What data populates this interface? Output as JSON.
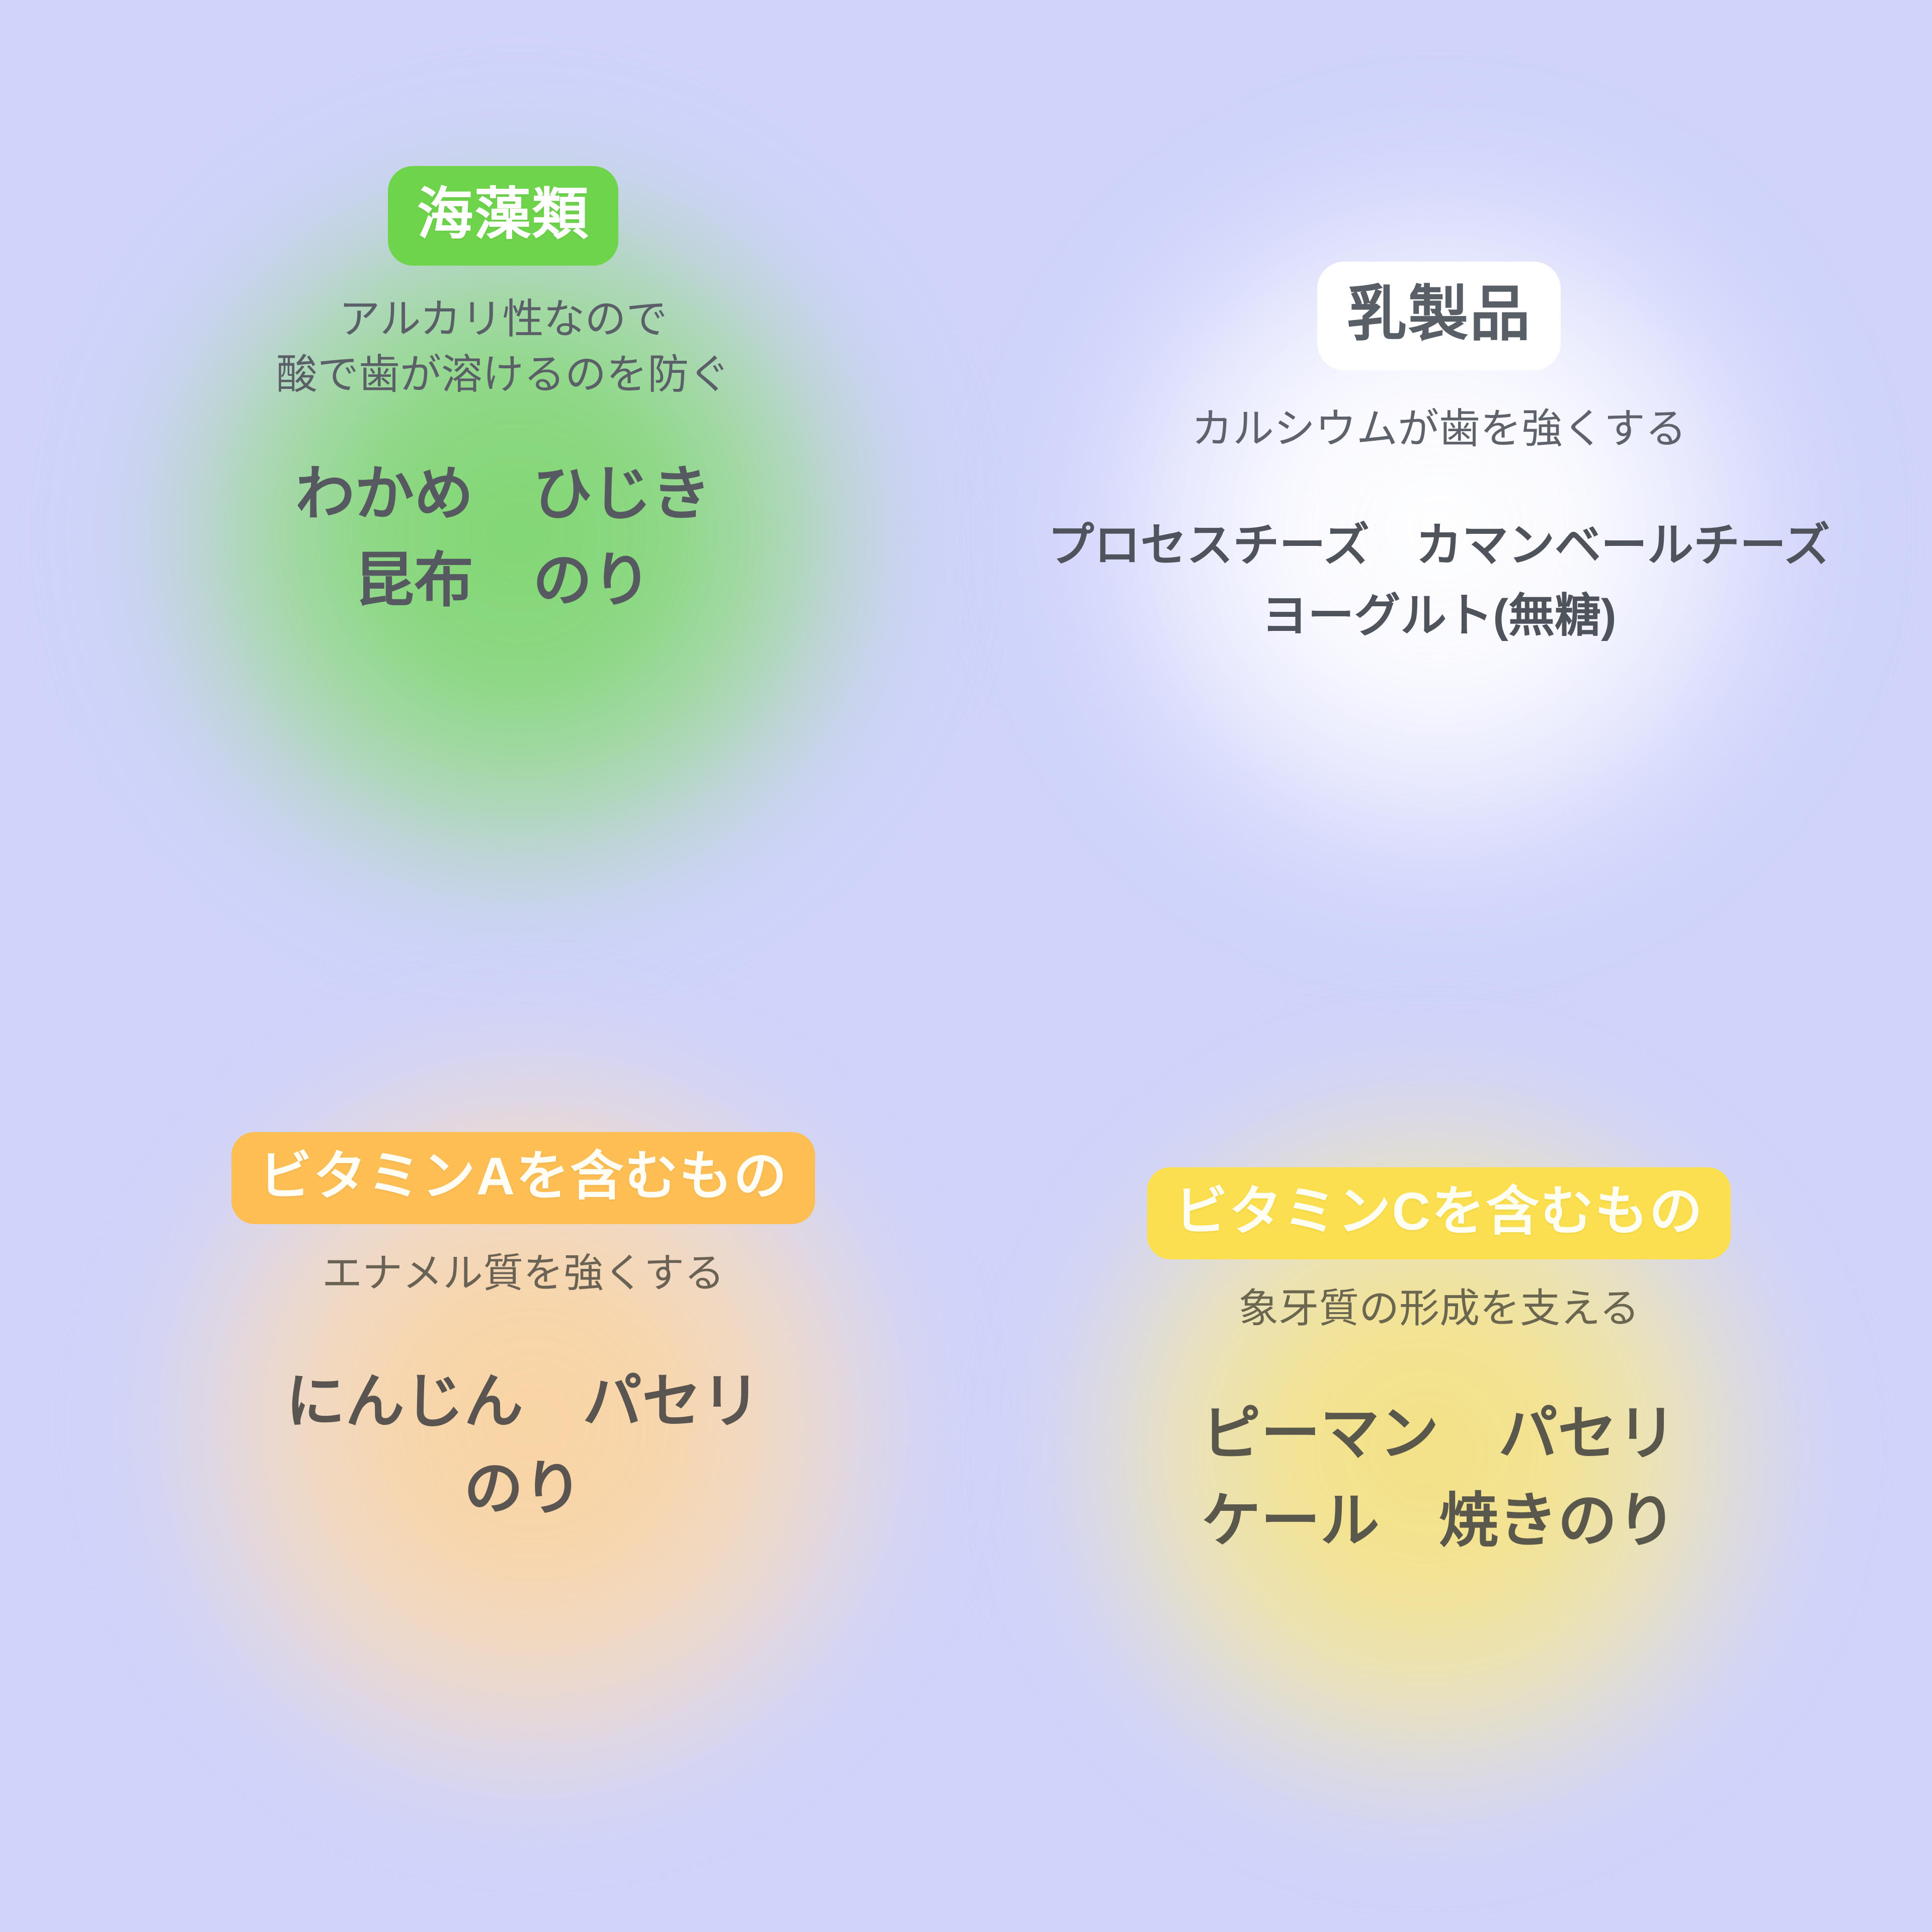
{
  "background_color": "#d0d4fb",
  "sections": [
    {
      "id": "seaweed",
      "badge_label": "海藻類",
      "badge_color": "#6ed44c",
      "badge_text_color": "#ffffff",
      "glow_color": "#8fd785",
      "subtitle": "アルカリ性なので\n酸で歯が溶けるのを防ぐ",
      "foods": "わかめ　ひじき\n昆布　のり",
      "food_items": [
        "わかめ",
        "ひじき",
        "昆布",
        "のり"
      ]
    },
    {
      "id": "dairy",
      "badge_label": "乳製品",
      "badge_color": "#ffffff",
      "badge_text_color": "#595f66",
      "glow_color": "#ffffff",
      "subtitle": "カルシウムが歯を強くする",
      "foods": "プロセスチーズ　カマンベールチーズ\nヨーグルト(無糖)",
      "food_items": [
        "プロセスチーズ",
        "カマンベールチーズ",
        "ヨーグルト(無糖)"
      ]
    },
    {
      "id": "vitamin-a",
      "badge_label": "ビタミンAを含むもの",
      "badge_color": "#fdbe54",
      "badge_text_color": "#fffdf4",
      "glow_color": "#f3d2a8",
      "subtitle": "エナメル質を強くする",
      "foods": "にんじん　パセリ\nのり",
      "food_items": [
        "にんじん",
        "パセリ",
        "のり"
      ]
    },
    {
      "id": "vitamin-c",
      "badge_label": "ビタミンCを含むもの",
      "badge_color": "#fbdf4e",
      "badge_text_color": "#fffef2",
      "glow_color": "#eee0a0",
      "subtitle": "象牙質の形成を支える",
      "foods": "ピーマン　パセリ\nケール　焼きのり",
      "food_items": [
        "ピーマン",
        "パセリ",
        "ケール",
        "焼きのり"
      ]
    }
  ]
}
